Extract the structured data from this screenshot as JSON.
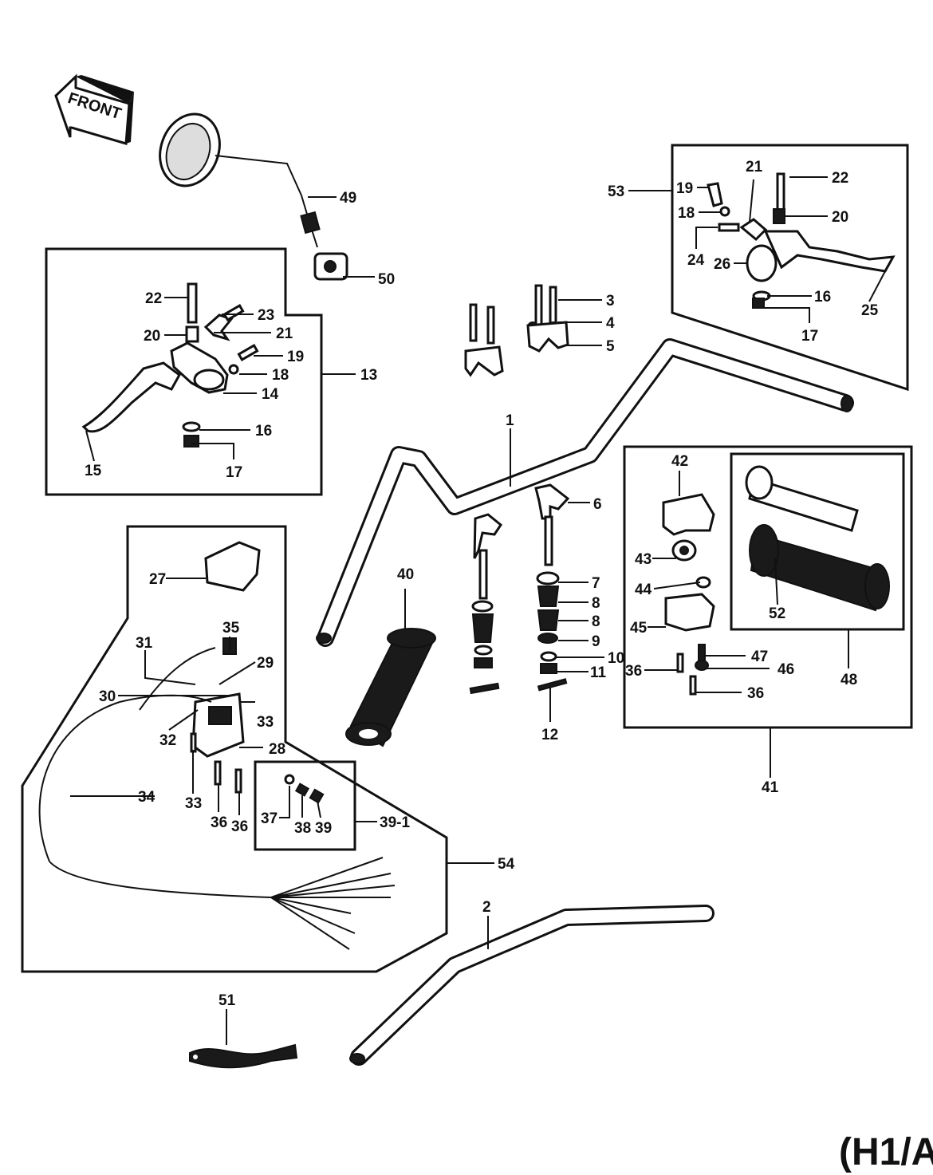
{
  "front_label": "FRONT",
  "model_code": "(H1/A",
  "labels": [
    {
      "id": "1",
      "text": "1"
    },
    {
      "id": "2",
      "text": "2"
    },
    {
      "id": "3",
      "text": "3"
    },
    {
      "id": "4",
      "text": "4"
    },
    {
      "id": "5",
      "text": "5"
    },
    {
      "id": "6",
      "text": "6"
    },
    {
      "id": "7",
      "text": "7"
    },
    {
      "id": "8a",
      "text": "8"
    },
    {
      "id": "8b",
      "text": "8"
    },
    {
      "id": "9",
      "text": "9"
    },
    {
      "id": "10",
      "text": "10"
    },
    {
      "id": "11",
      "text": "11"
    },
    {
      "id": "12",
      "text": "12"
    },
    {
      "id": "13",
      "text": "13"
    },
    {
      "id": "14",
      "text": "14"
    },
    {
      "id": "15",
      "text": "15"
    },
    {
      "id": "16a",
      "text": "16"
    },
    {
      "id": "17a",
      "text": "17"
    },
    {
      "id": "18a",
      "text": "18"
    },
    {
      "id": "19a",
      "text": "19"
    },
    {
      "id": "20a",
      "text": "20"
    },
    {
      "id": "21a",
      "text": "21"
    },
    {
      "id": "22a",
      "text": "22"
    },
    {
      "id": "23",
      "text": "23"
    },
    {
      "id": "16b",
      "text": "16"
    },
    {
      "id": "17b",
      "text": "17"
    },
    {
      "id": "18b",
      "text": "18"
    },
    {
      "id": "19b",
      "text": "19"
    },
    {
      "id": "20b",
      "text": "20"
    },
    {
      "id": "21b",
      "text": "21"
    },
    {
      "id": "22b",
      "text": "22"
    },
    {
      "id": "24",
      "text": "24"
    },
    {
      "id": "25",
      "text": "25"
    },
    {
      "id": "26",
      "text": "26"
    },
    {
      "id": "27",
      "text": "27"
    },
    {
      "id": "28",
      "text": "28"
    },
    {
      "id": "29",
      "text": "29"
    },
    {
      "id": "30",
      "text": "30"
    },
    {
      "id": "31",
      "text": "31"
    },
    {
      "id": "32",
      "text": "32"
    },
    {
      "id": "33a",
      "text": "33"
    },
    {
      "id": "33b",
      "text": "33"
    },
    {
      "id": "34",
      "text": "34"
    },
    {
      "id": "35",
      "text": "35"
    },
    {
      "id": "36a",
      "text": "36"
    },
    {
      "id": "36b",
      "text": "36"
    },
    {
      "id": "36c",
      "text": "36"
    },
    {
      "id": "36d",
      "text": "36"
    },
    {
      "id": "37",
      "text": "37"
    },
    {
      "id": "38",
      "text": "38"
    },
    {
      "id": "39",
      "text": "39"
    },
    {
      "id": "39-1",
      "text": "39-1"
    },
    {
      "id": "40",
      "text": "40"
    },
    {
      "id": "41",
      "text": "41"
    },
    {
      "id": "42",
      "text": "42"
    },
    {
      "id": "43",
      "text": "43"
    },
    {
      "id": "44",
      "text": "44"
    },
    {
      "id": "45",
      "text": "45"
    },
    {
      "id": "46",
      "text": "46"
    },
    {
      "id": "47",
      "text": "47"
    },
    {
      "id": "48",
      "text": "48"
    },
    {
      "id": "49",
      "text": "49"
    },
    {
      "id": "50",
      "text": "50"
    },
    {
      "id": "51",
      "text": "51"
    },
    {
      "id": "52",
      "text": "52"
    },
    {
      "id": "53",
      "text": "53"
    },
    {
      "id": "54",
      "text": "54"
    }
  ]
}
